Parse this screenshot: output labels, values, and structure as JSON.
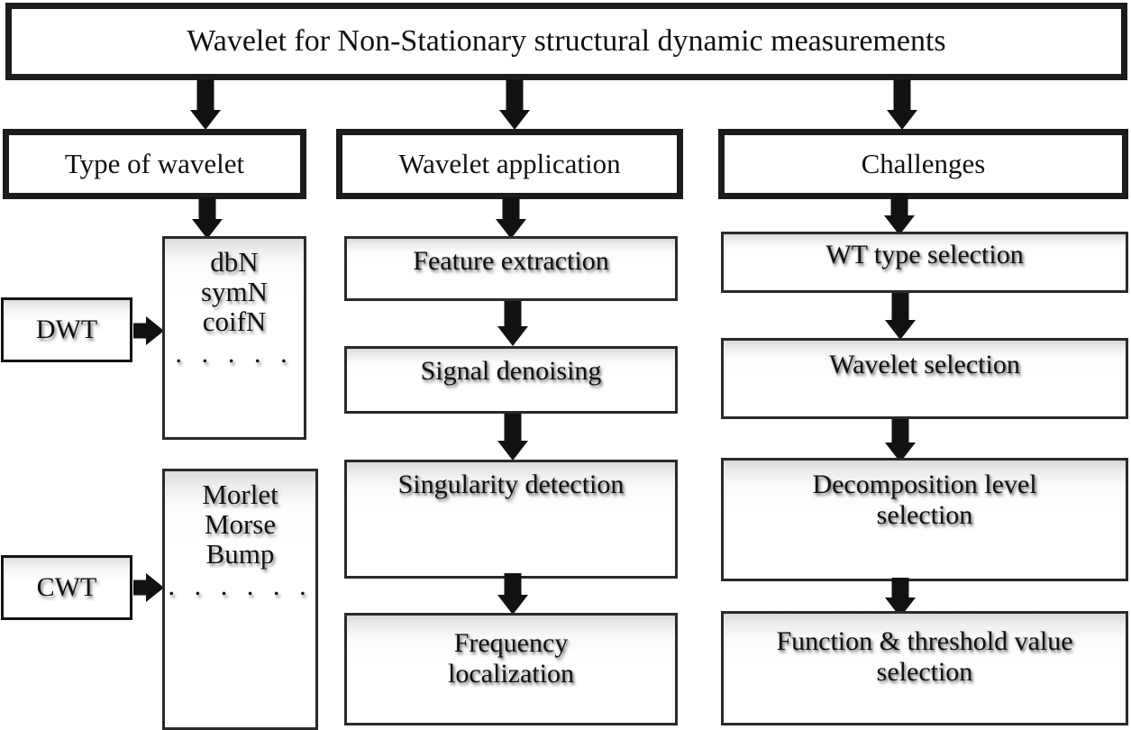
{
  "diagram": {
    "type": "flowchart",
    "title": "Wavelet for Non-Stationary structural dynamic measurements",
    "columns": [
      {
        "id": "type-of-wavelet",
        "header": "Type of wavelet",
        "groups": [
          {
            "transform": "DWT",
            "wavelets_title": "dbN",
            "wavelets": [
              "dbN",
              "symN",
              "coifN"
            ],
            "ellipsis": ". . . . ."
          },
          {
            "transform": "CWT",
            "wavelets_title": "Morlet",
            "wavelets": [
              "Morlet",
              "Morse",
              "Bump"
            ],
            "ellipsis": ". . . . . ."
          }
        ]
      },
      {
        "id": "wavelet-application",
        "header": "Wavelet application",
        "steps": [
          "Feature extraction",
          "Signal denoising",
          "Singularity detection",
          "Frequency localization"
        ]
      },
      {
        "id": "challenges",
        "header": "Challenges",
        "steps": [
          "WT type selection",
          "Wavelet selection",
          "Decomposition level selection",
          "Function & threshold value selection"
        ]
      }
    ],
    "colors": {
      "outline": "#1c1c1c",
      "box_border": "#2a2a2a",
      "arrow": "#111111",
      "background": "#ffffff",
      "box_gradient_top": "#d9d9d9"
    }
  }
}
